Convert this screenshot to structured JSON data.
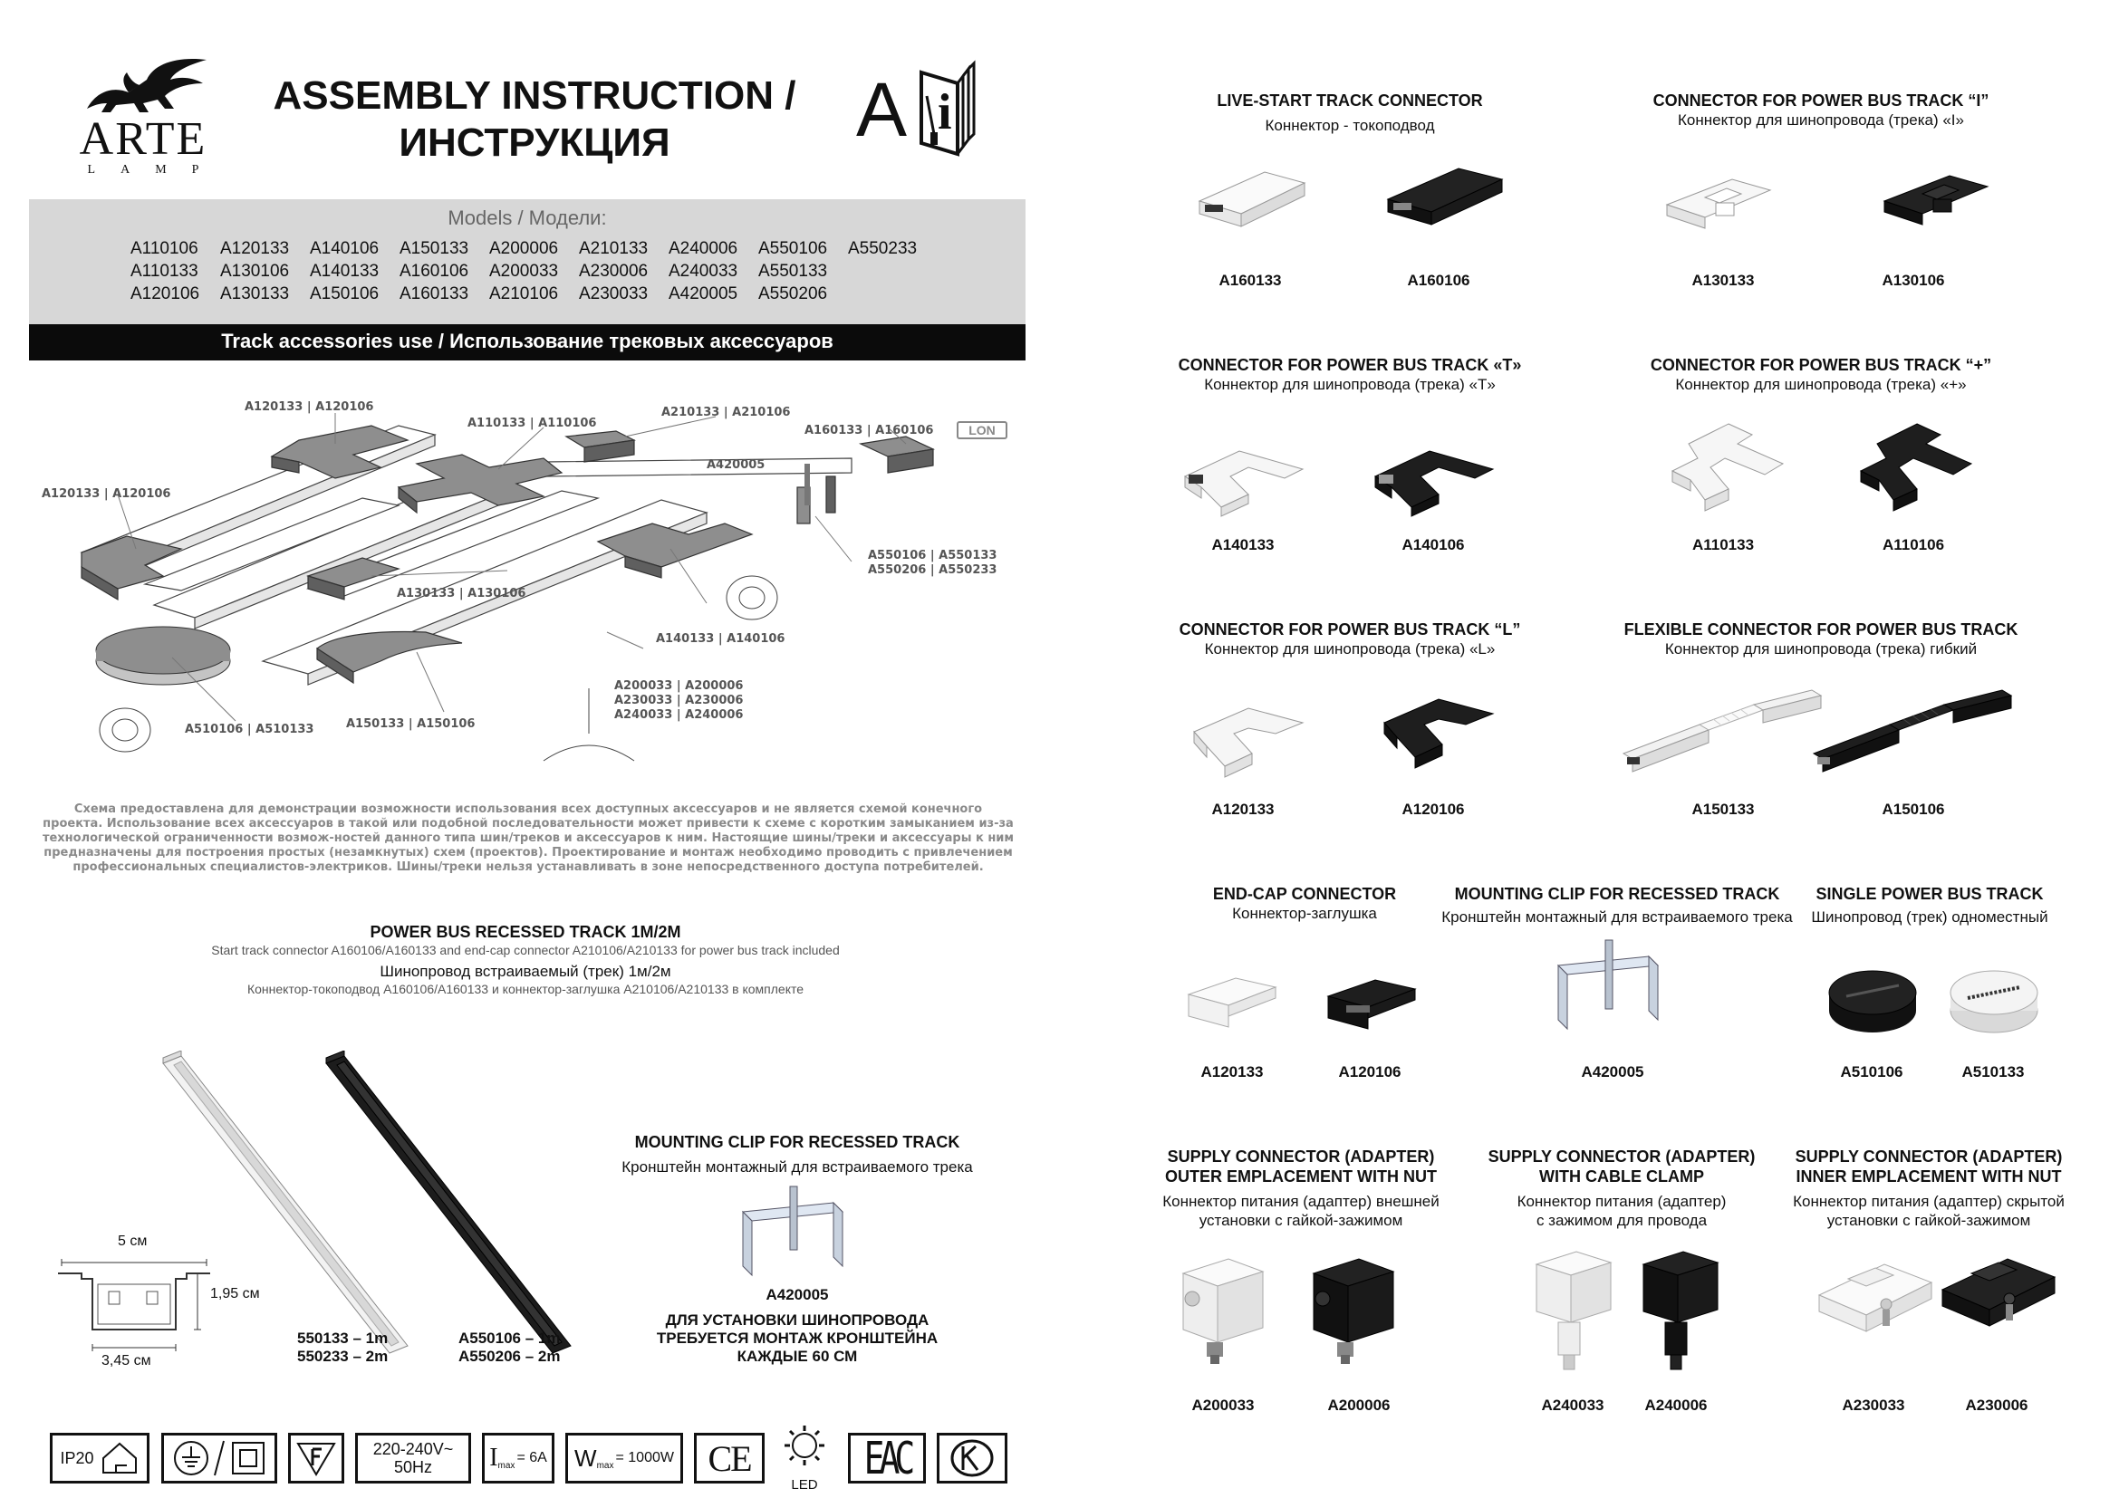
{
  "logo": {
    "word": "ARTE",
    "sub": "LAMP"
  },
  "title": {
    "line1": "ASSEMBLY INSTRUCTION /",
    "line2": "ИНСТРУКЦИЯ"
  },
  "models": {
    "heading": "Models / Модели:",
    "rows": [
      [
        "A110106",
        "A120133",
        "A140106",
        "A150133",
        "A200006",
        "A210133",
        "A240006",
        "A550106",
        "A550233"
      ],
      [
        "A110133",
        "A130106",
        "A140133",
        "A160106",
        "A200033",
        "A230006",
        "A240033",
        "A550133",
        ""
      ],
      [
        "A120106",
        "A130133",
        "A150106",
        "A160133",
        "A210106",
        "A230033",
        "A420005",
        "A550206",
        ""
      ]
    ]
  },
  "track_bar": "Track accessories use / Использование трековых аксессуаров",
  "diagram_labels": {
    "l_top_left": "A120133 | A120106",
    "cross": "A110133 | A110106",
    "end_right": "A210133 | A210106",
    "live_start": "A160133 | A160106",
    "lon": "LON",
    "clip": "A420005",
    "l_left": "A120133 | A120106",
    "straight_i": "A130133 | A130106",
    "adapters_right_1": "A550106 | A550133",
    "adapters_right_2": "A550206 | A550233",
    "tee": "A140133 | A140106",
    "adapters_1": "A200033 | A200006",
    "adapters_2": "A230033 | A230006",
    "adapters_3": "A240033 | A240006",
    "flex": "A150133 | A150106",
    "single": "A510106 | A510133"
  },
  "disclaimer": [
    "Схема предоставлена для демонстрации возможности использования всех доступных аксессуаров и не является схемой конечного",
    "проекта. Использование всех аксессуаров в такой или подобной последовательности может привести к схеме с коротким замыканием из-за",
    "технологической ограниченности возмож-ностей данного типа шин/треков и аксессуаров к ним. Настоящие шины/треки и аксессуары к ним",
    "предназначены для построения простых (незамкнутых) схем (проектов). Проектирование и монтаж необходимо проводить с привлечением",
    "профессиональных специалистов-электриков. Шины/треки нельзя устанавливать в зоне непосредственного доступа потребителей."
  ],
  "recessed": {
    "title": "POWER BUS RECESSED TRACK 1M/2M",
    "sub_en": "Start track connector A160106/A160133 and end-cap connector A210106/A210133 for power bus track included",
    "title_ru": "Шинопровод встраиваемый (трек) 1м/2м",
    "sub_ru": "Коннектор-токоподвод A160106/A160133 и коннектор-заглушка A210106/A210133 в комплекте",
    "dim_width": "5 см",
    "dim_height": "1,95 см",
    "dim_bottom": "3,45 см",
    "white_codes": [
      "550133 – 1m",
      "550233 – 2m"
    ],
    "black_codes": [
      "A550106 – 1m",
      "A550206 – 2m"
    ]
  },
  "clip_left": {
    "title": "MOUNTING CLIP FOR RECESSED TRACK",
    "sub": "Кронштейн монтажный для встраиваемого трека",
    "code": "A420005",
    "note": [
      "ДЛЯ УСТАНОВКИ ШИНОПРОВОДА",
      "ТРЕБУЕТСЯ МОНТАЖ КРОНШТЕЙНА",
      "КАЖДЫЕ 60 СМ"
    ]
  },
  "specs": {
    "ip": "IP20",
    "voltage": [
      "220-240V~",
      "50Hz"
    ],
    "imax": "= 6A",
    "wmax": "= 1000W",
    "ce": "CE",
    "eac": "EAC",
    "led": "LED"
  },
  "products": {
    "live_start": {
      "title": "LIVE-START TRACK CONNECTOR",
      "sub": "Коннектор - токоподвод",
      "codes": [
        "A160133",
        "A160106"
      ]
    },
    "conn_i": {
      "title": "CONNECTOR FOR POWER BUS TRACK “I”",
      "sub": "Коннектор для шинопровода (трека) «I»",
      "codes": [
        "A130133",
        "A130106"
      ]
    },
    "conn_t": {
      "title": "CONNECTOR FOR POWER BUS TRACK «T»",
      "sub": "Коннектор для шинопровода (трека) «T»",
      "codes": [
        "A140133",
        "A140106"
      ]
    },
    "conn_plus": {
      "title": "CONNECTOR FOR POWER BUS TRACK “+”",
      "sub": "Коннектор для шинопровода (трека) «+»",
      "codes": [
        "A110133",
        "A110106"
      ]
    },
    "conn_l": {
      "title": "CONNECTOR FOR POWER BUS TRACK “L”",
      "sub": "Коннектор для шинопровода (трека) «L»",
      "codes": [
        "A120133",
        "A120106"
      ]
    },
    "flex": {
      "title": "FLEXIBLE CONNECTOR FOR POWER BUS TRACK",
      "sub": "Коннектор для шинопровода (трека) гибкий",
      "codes": [
        "A150133",
        "A150106"
      ]
    },
    "endcap": {
      "title": "END-CAP CONNECTOR",
      "sub": "Коннектор-заглушка",
      "codes": [
        "A120133",
        "A120106"
      ]
    },
    "clip": {
      "title": "MOUNTING CLIP FOR RECESSED TRACK",
      "sub": "Кронштейн монтажный для встраиваемого трека",
      "codes": [
        "A420005"
      ]
    },
    "single": {
      "title": "SINGLE POWER  BUS TRACK",
      "sub": "Шинопровод (трек) одноместный",
      "codes": [
        "A510106",
        "A510133"
      ]
    },
    "adapter_nut": {
      "title": [
        "SUPPLY CONNECTOR (ADAPTER)",
        "OUTER EMPLACEMENT WITH NUT"
      ],
      "sub": [
        "Коннектор питания (адаптер) внешней",
        "установки  с гайкой-зажимом"
      ],
      "codes": [
        "A200033",
        "A200006"
      ]
    },
    "adapter_clamp": {
      "title": [
        "SUPPLY CONNECTOR (ADAPTER)",
        "WITH CABLE CLAMP"
      ],
      "sub": [
        "Коннектор питания (адаптер)",
        "с зажимом для провода"
      ],
      "codes": [
        "A240033",
        "A240006"
      ]
    },
    "adapter_inner": {
      "title": [
        "SUPPLY CONNECTOR (ADAPTER)",
        "INNER EMPLACEMENT WITH NUT"
      ],
      "sub": [
        "Коннектор питания (адаптер) скрытой",
        "установки с гайкой-зажимом"
      ],
      "codes": [
        "A230033",
        "A230006"
      ]
    }
  }
}
